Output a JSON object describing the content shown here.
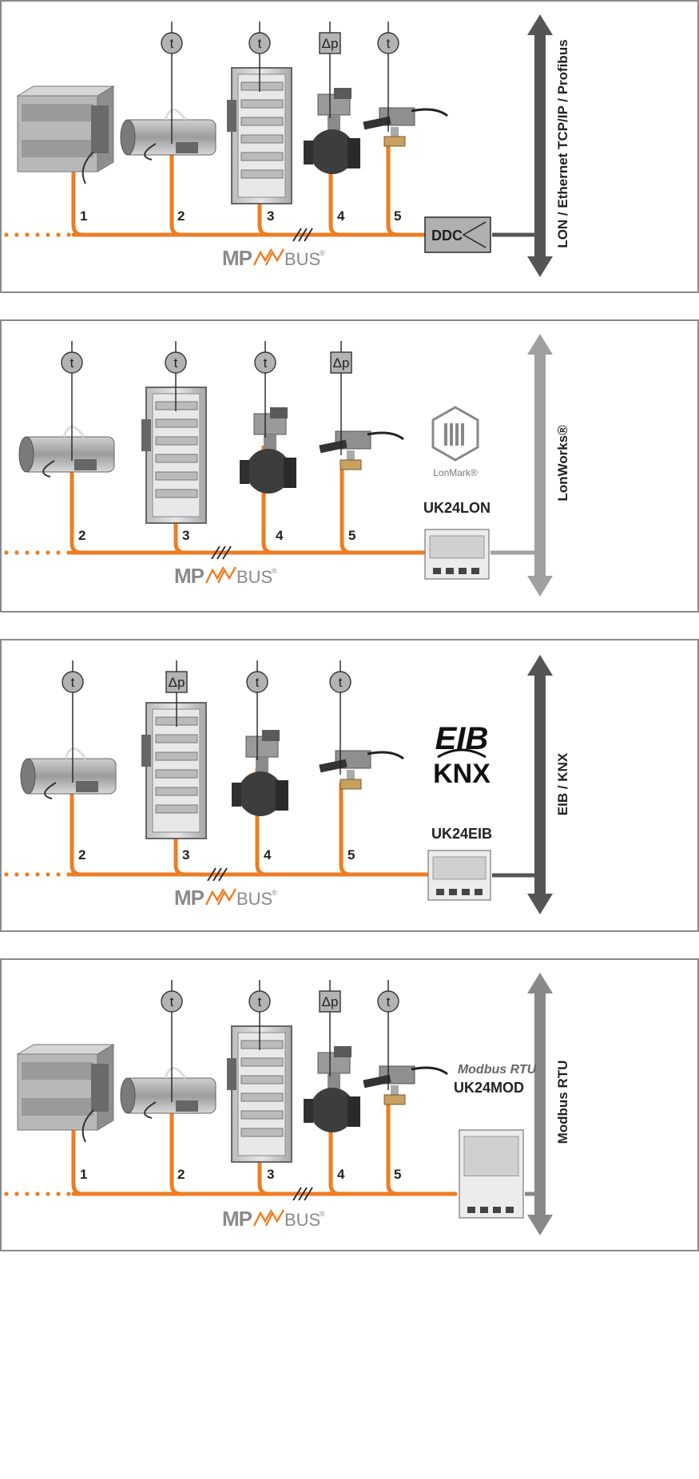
{
  "panels": [
    {
      "devices": [
        "1",
        "2",
        "3",
        "4",
        "5"
      ],
      "sensors": [
        "t",
        "t",
        "Δp",
        "t"
      ],
      "controller": "DDC",
      "bus_brand": {
        "mp": "MP",
        "bus": "BUS",
        "reg": "®"
      },
      "network": "LON / Ethernet TCP/IP / Profibus",
      "colors": {
        "network": "#555555",
        "bus": "#ee7d22"
      }
    },
    {
      "devices": [
        "2",
        "3",
        "4",
        "5"
      ],
      "sensors": [
        "t",
        "t",
        "t",
        "Δp"
      ],
      "gateway": "UK24LON",
      "logo": "LonMark®",
      "bus_brand": {
        "mp": "MP",
        "bus": "BUS",
        "reg": "®"
      },
      "network": "LonWorks®",
      "colors": {
        "network": "#a0a0a0",
        "bus": "#ee7d22"
      }
    },
    {
      "devices": [
        "2",
        "3",
        "4",
        "5"
      ],
      "sensors": [
        "t",
        "Δp",
        "t",
        "t"
      ],
      "gateway": "UK24EIB",
      "logo_top": "EIB",
      "logo_bottom": "KNX",
      "bus_brand": {
        "mp": "MP",
        "bus": "BUS",
        "reg": "®"
      },
      "network": "EIB / KNX",
      "colors": {
        "network": "#555555",
        "bus": "#ee7d22"
      }
    },
    {
      "devices": [
        "1",
        "2",
        "3",
        "4",
        "5"
      ],
      "sensors": [
        "t",
        "t",
        "Δp",
        "t"
      ],
      "gateway": "UK24MOD",
      "protocol": "Modbus RTU",
      "bus_brand": {
        "mp": "MP",
        "bus": "BUS",
        "reg": "®"
      },
      "network": "Modbus RTU",
      "colors": {
        "network": "#888888",
        "bus": "#ee7d22"
      }
    }
  ]
}
